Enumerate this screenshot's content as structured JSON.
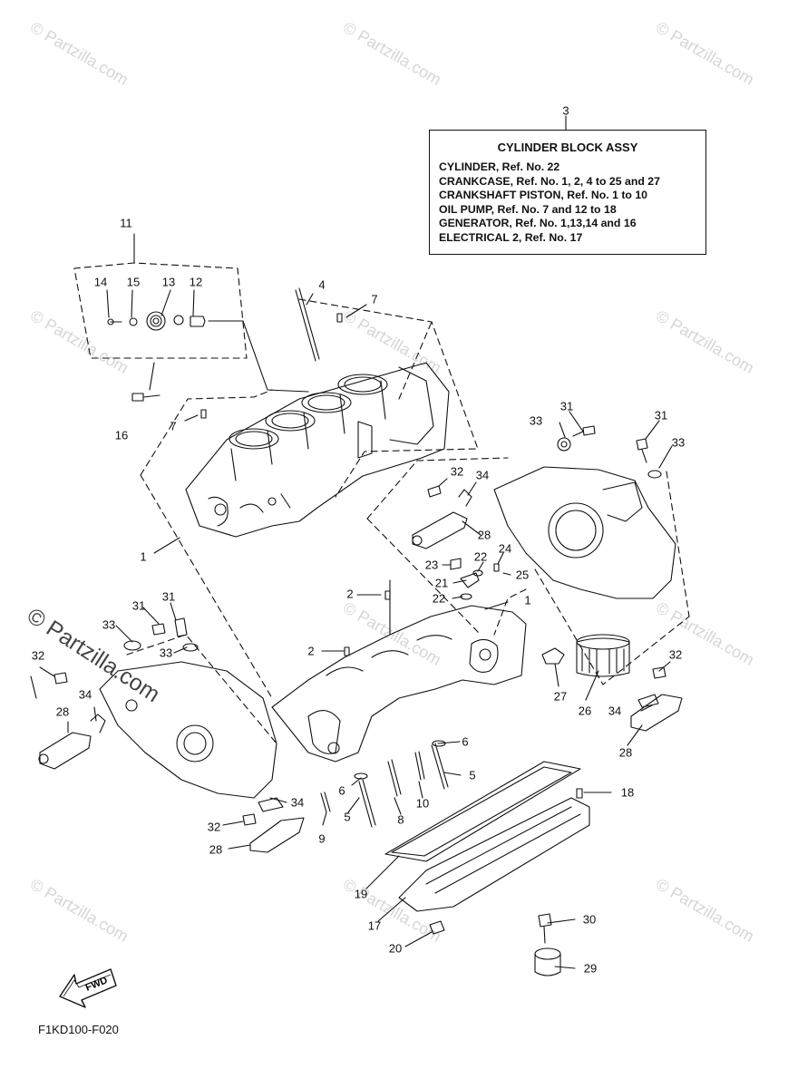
{
  "assembly_box": {
    "ref_number": "3",
    "title": "CYLINDER BLOCK ASSY",
    "lines": [
      "CYLINDER, Ref. No. 22",
      "CRANKCASE, Ref. No. 1, 2, 4 to 25 and 27",
      "CRANKSHAFT PISTON, Ref. No. 1 to 10",
      "OIL PUMP, Ref. No. 7 and 12 to 18",
      "GENERATOR, Ref. No. 1,13,14 and 16",
      "ELECTRICAL 2, Ref. No. 17"
    ]
  },
  "callouts": [
    {
      "id": "c11",
      "label": "11"
    },
    {
      "id": "c14",
      "label": "14"
    },
    {
      "id": "c15",
      "label": "15"
    },
    {
      "id": "c13",
      "label": "13"
    },
    {
      "id": "c12",
      "label": "12"
    },
    {
      "id": "c16",
      "label": "16"
    },
    {
      "id": "c4",
      "label": "4"
    },
    {
      "id": "c7a",
      "label": "7"
    },
    {
      "id": "c7b",
      "label": "7"
    },
    {
      "id": "c1a",
      "label": "1"
    },
    {
      "id": "c1b",
      "label": "1"
    },
    {
      "id": "c2a",
      "label": "2"
    },
    {
      "id": "c2b",
      "label": "2"
    },
    {
      "id": "c31a",
      "label": "31"
    },
    {
      "id": "c31b",
      "label": "31"
    },
    {
      "id": "c33a",
      "label": "33"
    },
    {
      "id": "c33b",
      "label": "33"
    },
    {
      "id": "c32a",
      "label": "32"
    },
    {
      "id": "c34a",
      "label": "34"
    },
    {
      "id": "c28a",
      "label": "28"
    },
    {
      "id": "c23",
      "label": "23"
    },
    {
      "id": "c22a",
      "label": "22"
    },
    {
      "id": "c24",
      "label": "24"
    },
    {
      "id": "c21",
      "label": "21"
    },
    {
      "id": "c25",
      "label": "25"
    },
    {
      "id": "c22b",
      "label": "22"
    },
    {
      "id": "c31c",
      "label": "31"
    },
    {
      "id": "c33c",
      "label": "33"
    },
    {
      "id": "c31d",
      "label": "31"
    },
    {
      "id": "c33d",
      "label": "33"
    },
    {
      "id": "c32b",
      "label": "32"
    },
    {
      "id": "c28b",
      "label": "28"
    },
    {
      "id": "c34b",
      "label": "34"
    },
    {
      "id": "c32c",
      "label": "32"
    },
    {
      "id": "c34c",
      "label": "34"
    },
    {
      "id": "c28c",
      "label": "28"
    },
    {
      "id": "c27",
      "label": "27"
    },
    {
      "id": "c26",
      "label": "26"
    },
    {
      "id": "c32d",
      "label": "32"
    },
    {
      "id": "c34d",
      "label": "34"
    },
    {
      "id": "c28d",
      "label": "28"
    },
    {
      "id": "c6a",
      "label": "6"
    },
    {
      "id": "c6b",
      "label": "6"
    },
    {
      "id": "c5a",
      "label": "5"
    },
    {
      "id": "c5b",
      "label": "5"
    },
    {
      "id": "c10",
      "label": "10"
    },
    {
      "id": "c8",
      "label": "8"
    },
    {
      "id": "c9",
      "label": "9"
    },
    {
      "id": "c18",
      "label": "18"
    },
    {
      "id": "c19",
      "label": "19"
    },
    {
      "id": "c17",
      "label": "17"
    },
    {
      "id": "c20",
      "label": "20"
    },
    {
      "id": "c30",
      "label": "30"
    },
    {
      "id": "c29",
      "label": "29"
    }
  ],
  "fwd_label": "FWD",
  "figure_code": "F1KD100-F020",
  "watermark_text": "© Partzilla.com"
}
